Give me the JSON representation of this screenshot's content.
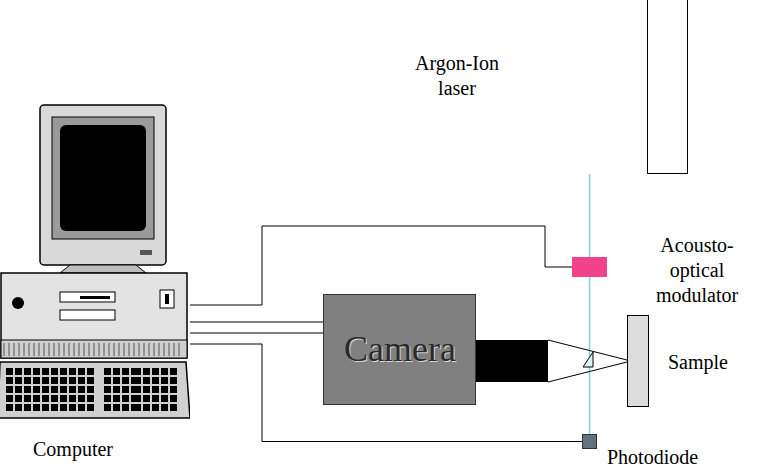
{
  "diagram": {
    "nodes": [
      {
        "text": [
          "Argon-Ion laser"
        ]
      },
      {
        "text": [
          "Acousto-optical modulator"
        ]
      },
      {
        "text": [
          "Camera"
        ]
      },
      {
        "text": [
          "Sample"
        ]
      },
      {
        "text": [
          "Photodiode"
        ]
      },
      {
        "text": [
          "Computer"
        ]
      }
    ],
    "edges": [
      {
        "from": 0,
        "to": 1,
        "arrow": "none"
      },
      {
        "from": 1,
        "to": 4,
        "arrow": "none"
      },
      {
        "from": 5,
        "to": 1,
        "arrow": "none"
      },
      {
        "from": 5,
        "to": 2,
        "arrow": "none"
      },
      {
        "from": 5,
        "to": 2,
        "arrow": "none"
      },
      {
        "from": 5,
        "to": 4,
        "arrow": "none"
      }
    ]
  }
}
